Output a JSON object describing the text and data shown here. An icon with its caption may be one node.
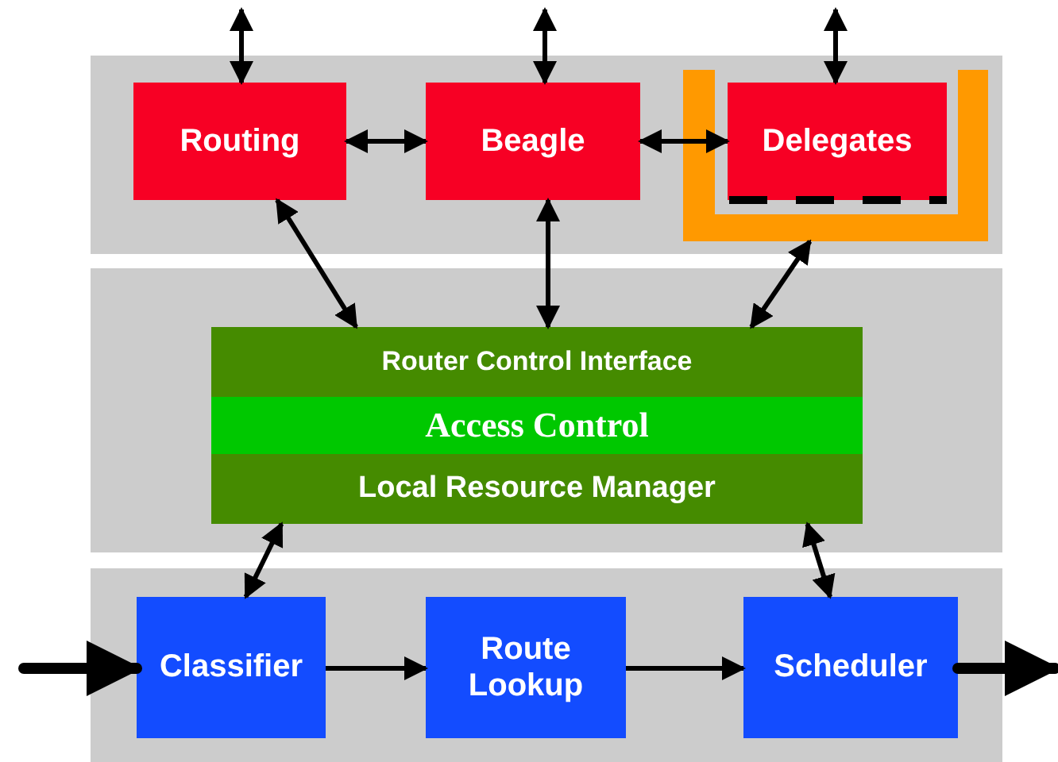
{
  "diagram": {
    "nodes": [
      {
        "text": [],
        "shape": "box"
      },
      {
        "text": [
          "Routing"
        ],
        "in": 0
      },
      {
        "text": [
          "Beagle"
        ],
        "in": 0
      },
      {
        "text": [],
        "shape": "box",
        "in": 0
      },
      {
        "text": [
          "Delegates"
        ],
        "in": 3
      },
      {
        "text": [],
        "shape": "box"
      },
      {
        "text": [
          "Router Control Interface"
        ],
        "in": 5
      },
      {
        "text": [
          "Access Control"
        ],
        "in": 5
      },
      {
        "text": [
          "Local Resource Manager"
        ],
        "in": 5
      },
      {
        "text": [],
        "shape": "box"
      },
      {
        "text": [
          "Classifier"
        ],
        "in": 9
      },
      {
        "text": [
          "Route Lookup"
        ],
        "in": 9
      },
      {
        "text": [
          "Scheduler"
        ],
        "in": 9
      }
    ],
    "edges": [
      {
        "from": null,
        "to": 1,
        "arrow": "both"
      },
      {
        "from": null,
        "to": 2,
        "arrow": "both"
      },
      {
        "from": null,
        "to": 4,
        "arrow": "both"
      },
      {
        "from": 1,
        "to": 2,
        "arrow": "both"
      },
      {
        "from": 2,
        "to": 4,
        "arrow": "both"
      },
      {
        "from": 1,
        "to": 6,
        "arrow": "both"
      },
      {
        "from": 2,
        "to": 6,
        "arrow": "both"
      },
      {
        "from": 3,
        "to": 6,
        "arrow": "both"
      },
      {
        "from": 8,
        "to": 10,
        "arrow": "both"
      },
      {
        "from": 8,
        "to": 12,
        "arrow": "both"
      },
      {
        "from": null,
        "to": 10,
        "arrow": "to",
        "style": "thick"
      },
      {
        "from": 10,
        "to": 11,
        "arrow": "to"
      },
      {
        "from": 11,
        "to": 12,
        "arrow": "to"
      },
      {
        "from": 12,
        "to": null,
        "arrow": "to",
        "style": "thick"
      }
    ]
  }
}
